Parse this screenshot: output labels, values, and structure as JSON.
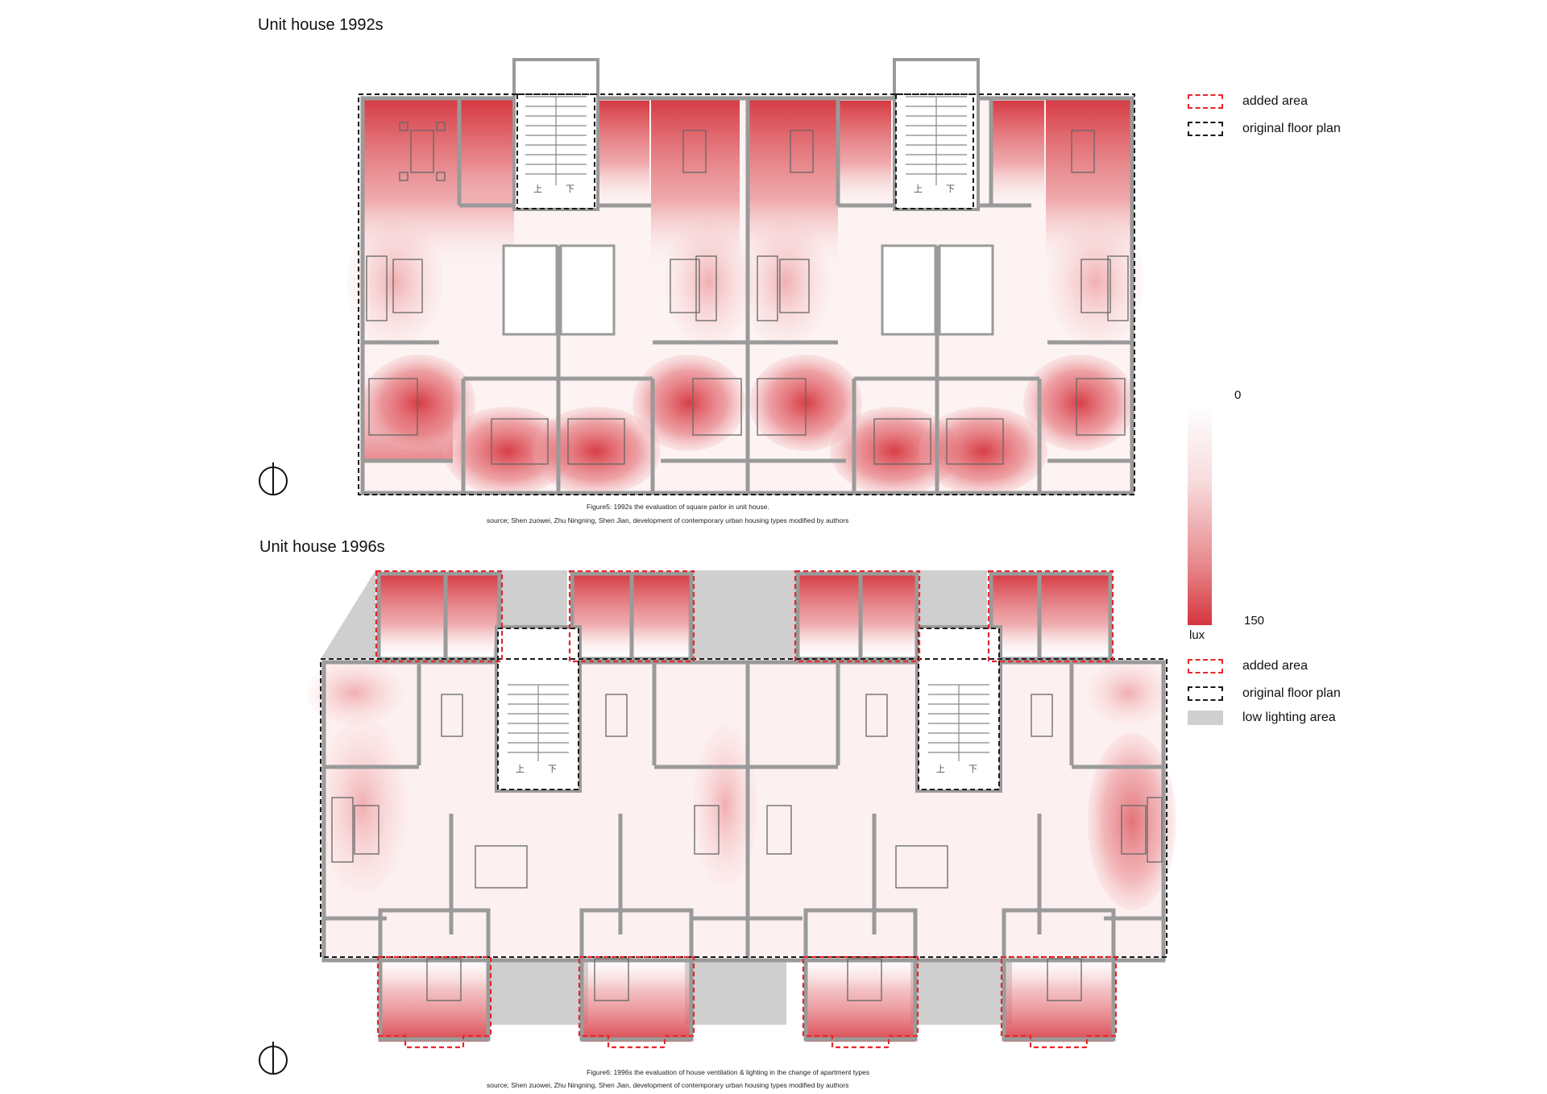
{
  "plan_1992": {
    "title": "Unit house 1992s",
    "caption": "Figure5: 1992s   the evaluation of square parlor in  unit house.",
    "source": "source;  Shen zuowei, Zhu Ningning, Shen Jian, development of contemporary urban housing types          modified by authors",
    "stair_labels": [
      "上",
      "下"
    ]
  },
  "plan_1996": {
    "title": "Unit house 1996s",
    "caption": "Figure6:  1996s    the evaluation of  house ventilation & lighting in the change of apartment types",
    "source": "source;  Shen zuowei, Zhu Ningning, Shen Jian, development of contemporary urban housing types          modified by authors",
    "stair_labels": [
      "上",
      "下"
    ]
  },
  "legend_top": {
    "added_area": "added area",
    "original_floor_plan": "original floor plan"
  },
  "legend_bottom": {
    "added_area": "added area",
    "original_floor_plan": "original floor plan",
    "low_lighting_area": "low lighting area"
  },
  "lux_scale": {
    "min_label": "0",
    "max_label": "150",
    "unit": "lux",
    "min": 0,
    "max": 150,
    "color_low": "#ffffff",
    "color_high": "#d9353c"
  },
  "colors": {
    "added_area_stroke": "#e8262a",
    "original_plan_stroke": "#1a1a1a",
    "low_lighting_fill": "#cfcfcf",
    "wall": "#9a9a9a"
  },
  "icons": {
    "north": "north-arrow-icon"
  }
}
